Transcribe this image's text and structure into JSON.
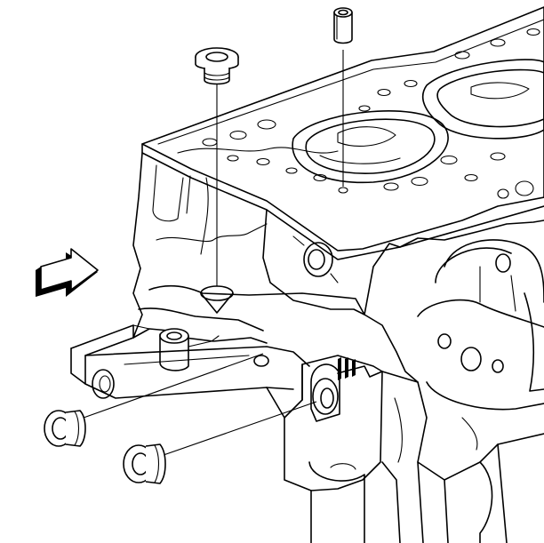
{
  "figure": {
    "kind": "exploded-engine-block-illustration",
    "parts": [
      {
        "id": "oil-gallery-plug-top",
        "icon": "threaded-plug-icon"
      },
      {
        "id": "dowel-pin",
        "icon": "hollow-dowel-icon"
      },
      {
        "id": "oil-gallery-plug-side-upper",
        "icon": "threaded-plug-icon"
      },
      {
        "id": "oil-gallery-plug-side-lower",
        "icon": "threaded-plug-icon"
      }
    ],
    "view_arrow": {
      "icon": "view-direction-arrow-icon",
      "direction": "right"
    },
    "colors": {
      "stroke": "#000000",
      "background": "#ffffff"
    }
  }
}
